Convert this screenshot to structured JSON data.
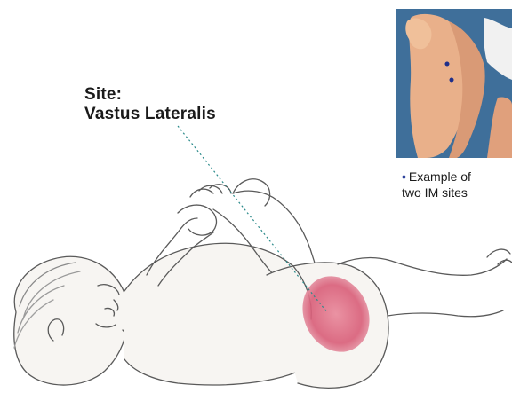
{
  "site_label": {
    "line1": "Site:",
    "line2": "Vastus Lateralis"
  },
  "inset_photo": {
    "caption_bullet": "•",
    "caption_line1": "Example of",
    "caption_line2": "two IM sites"
  },
  "colors": {
    "injection_area": "#d9607a",
    "photo_background": "#3f6f9a",
    "dot_marker": "#1f2f8a",
    "leader_line": "#2a8a8a"
  }
}
